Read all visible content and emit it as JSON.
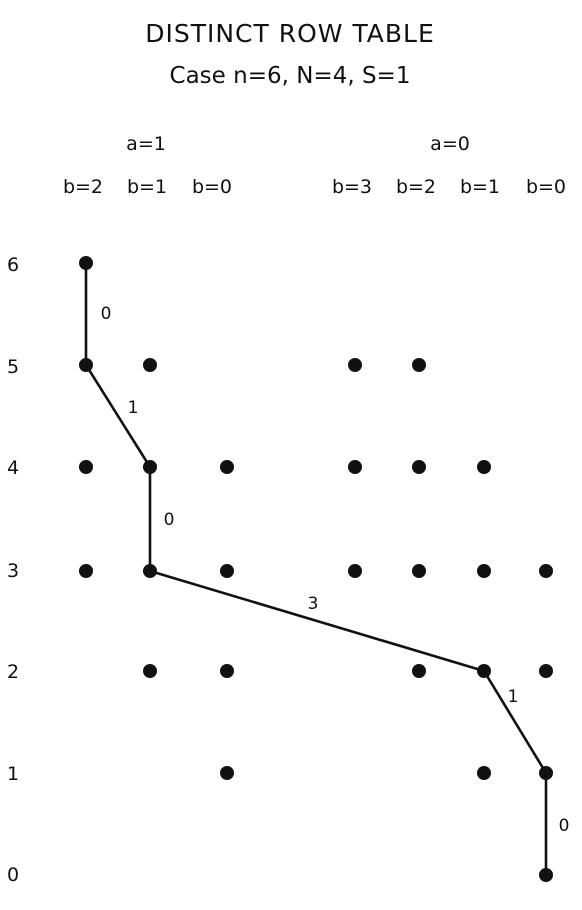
{
  "title": "DISTINCT ROW TABLE",
  "subtitle": "Case n=6, N=4, S=1",
  "groups": [
    {
      "label": "a=1",
      "columns": [
        "b=2",
        "b=1",
        "b=0"
      ]
    },
    {
      "label": "a=0",
      "columns": [
        "b=3",
        "b=2",
        "b=1",
        "b=0"
      ]
    }
  ],
  "row_labels": [
    "6",
    "5",
    "4",
    "3",
    "2",
    "1",
    "0"
  ],
  "nodes": [
    {
      "col": 0,
      "row": 6
    },
    {
      "col": 0,
      "row": 5
    },
    {
      "col": 1,
      "row": 5
    },
    {
      "col": 3,
      "row": 5
    },
    {
      "col": 4,
      "row": 5
    },
    {
      "col": 0,
      "row": 4
    },
    {
      "col": 1,
      "row": 4
    },
    {
      "col": 2,
      "row": 4
    },
    {
      "col": 3,
      "row": 4
    },
    {
      "col": 4,
      "row": 4
    },
    {
      "col": 5,
      "row": 4
    },
    {
      "col": 0,
      "row": 3
    },
    {
      "col": 1,
      "row": 3
    },
    {
      "col": 2,
      "row": 3
    },
    {
      "col": 3,
      "row": 3
    },
    {
      "col": 4,
      "row": 3
    },
    {
      "col": 5,
      "row": 3
    },
    {
      "col": 6,
      "row": 3
    },
    {
      "col": 1,
      "row": 2
    },
    {
      "col": 2,
      "row": 2
    },
    {
      "col": 4,
      "row": 2
    },
    {
      "col": 5,
      "row": 2
    },
    {
      "col": 6,
      "row": 2
    },
    {
      "col": 2,
      "row": 1
    },
    {
      "col": 5,
      "row": 1
    },
    {
      "col": 6,
      "row": 1
    },
    {
      "col": 6,
      "row": 0
    }
  ],
  "path": [
    {
      "from": {
        "col": 0,
        "row": 6
      },
      "to": {
        "col": 0,
        "row": 5
      },
      "label": "0"
    },
    {
      "from": {
        "col": 0,
        "row": 5
      },
      "to": {
        "col": 1,
        "row": 4
      },
      "label": "1"
    },
    {
      "from": {
        "col": 1,
        "row": 4
      },
      "to": {
        "col": 1,
        "row": 3
      },
      "label": "0"
    },
    {
      "from": {
        "col": 1,
        "row": 3
      },
      "to": {
        "col": 5,
        "row": 2
      },
      "label": "3"
    },
    {
      "from": {
        "col": 5,
        "row": 2
      },
      "to": {
        "col": 6,
        "row": 1
      },
      "label": "1"
    },
    {
      "from": {
        "col": 6,
        "row": 1
      },
      "to": {
        "col": 6,
        "row": 0
      },
      "label": "0"
    }
  ]
}
